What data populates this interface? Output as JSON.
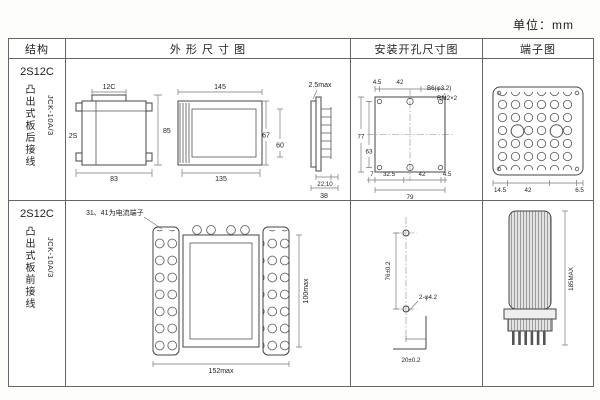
{
  "page": {
    "unit": "单位：mm"
  },
  "headers": {
    "structure": "结构",
    "outline": "外 形 尺 寸 图",
    "mounting": "安装开孔尺寸图",
    "terminal": "端子图"
  },
  "row1": {
    "structure": {
      "model": "2S12C",
      "mount_type": "凸出式板后接线",
      "code": "JCK-10A/3"
    },
    "front": {
      "top_width": "12C",
      "left": "2S",
      "bottom_width": "83",
      "height": "85"
    },
    "side": {
      "top_width": "145",
      "bottom_width": "135",
      "outer_height": "67",
      "inner_height": "60"
    },
    "panel": {
      "flange": "2.5max",
      "depths": "22,10",
      "total_depth": "38"
    },
    "mounting": {
      "top_offset": "4.5",
      "top_span": "42",
      "hole_spec": "B6(φ3.2)",
      "screw_spec": "RM2×2",
      "left_outer": "77",
      "left_inner": "63",
      "bottom_d1": "7",
      "bottom_d2": "32.5",
      "bottom_d3": "42",
      "bottom_d4": "4.5",
      "bottom_total": "79"
    },
    "terminal": {
      "d1": "14.5",
      "d2": "42",
      "d3": "6.5"
    }
  },
  "row2": {
    "structure": {
      "model": "2S12C",
      "mount_type": "凸出式板前接线",
      "code": "JCK-10A/3"
    },
    "front": {
      "note": "31、41为电流端子",
      "width": "152max",
      "height": "100max"
    },
    "mounting": {
      "vertical": "76±0.2",
      "holes": "2-φ4.2",
      "horizontal": "20±0.2"
    },
    "terminal": {
      "height": "185MAX"
    }
  }
}
